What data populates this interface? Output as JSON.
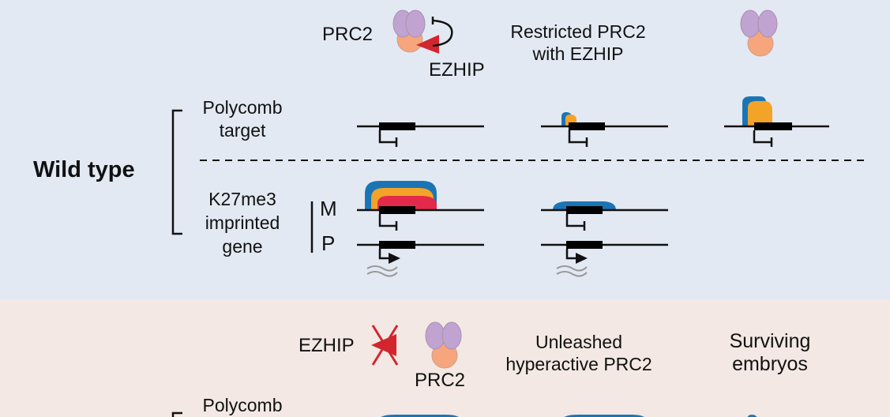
{
  "colors": {
    "wt_background": "#e3e9f3",
    "mutant_background": "#f3e8e3",
    "prc2_top": "#c0a3d0",
    "prc2_bottom": "#f6a57c",
    "ezhip": "#d2262f",
    "mark_blue": "#1b75b5",
    "mark_orange": "#f3a328",
    "mark_red": "#e42a4b"
  },
  "wild_type": {
    "title": "Wild type",
    "columns": [
      {
        "prc2_label": "PRC2",
        "ezhip_label": "EZHIP"
      },
      {
        "label_line1": "Restricted PRC2",
        "label_line2": "with EZHIP"
      },
      {
        "label": ""
      }
    ],
    "rows": {
      "polycomb_target": {
        "line1": "Polycomb",
        "line2": "target"
      },
      "imprinted_gene": {
        "line1": "K27me3",
        "line2": "imprinted",
        "line3": "gene",
        "allele_m": "M",
        "allele_p": "P"
      }
    }
  },
  "mutant": {
    "ezhip_label": "EZHIP",
    "prc2_label": "PRC2",
    "col2_line1": "Unleashed",
    "col2_line2": "hyperactive PRC2",
    "col3_line1": "Surviving",
    "col3_line2": "embryos",
    "row_label": "Polycomb"
  }
}
